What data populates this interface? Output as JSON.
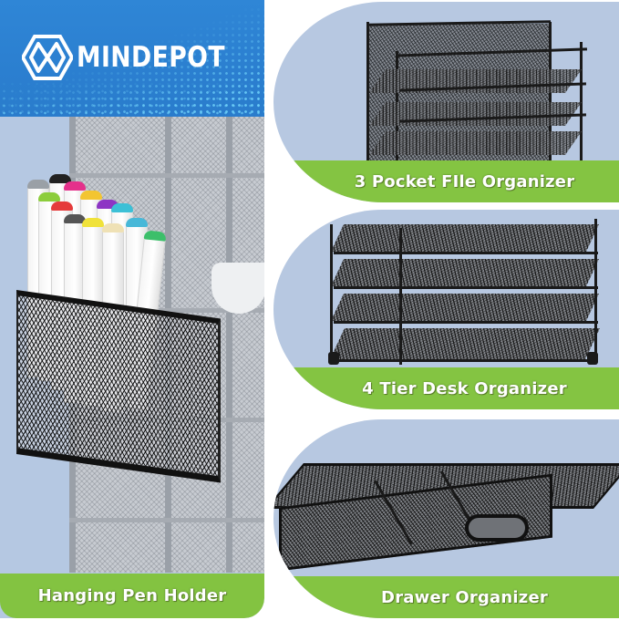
{
  "brand": {
    "name": "MINDEPOT",
    "logo_icon": "mindepot-hexagon-logo-icon",
    "banner_color": "#2c80d0"
  },
  "colors": {
    "label_green": "#84c442",
    "card_background": "#b7c8e1",
    "page_background": "#ffffff"
  },
  "panels": {
    "left": {
      "label": "Hanging Pen Holder",
      "image": "mesh-pen-holder-with-markers"
    },
    "cards": [
      {
        "label": "3 Pocket FIle Organizer",
        "image": "mesh-3-pocket-file-organizer"
      },
      {
        "label": "4 Tier Desk Organizer",
        "image": "mesh-4-tier-desk-organizer"
      },
      {
        "label": "Drawer Organizer",
        "image": "mesh-drawer-organizer"
      }
    ]
  },
  "marker_cap_colors": [
    "#9aa0a6",
    "#222222",
    "#e4318b",
    "#8ccd3c",
    "#e53b3b",
    "#f3c531",
    "#555555",
    "#8d35c4",
    "#f0e23a",
    "#3cc0d6",
    "#efe1b5",
    "#48b8d8",
    "#3cbf6a"
  ]
}
